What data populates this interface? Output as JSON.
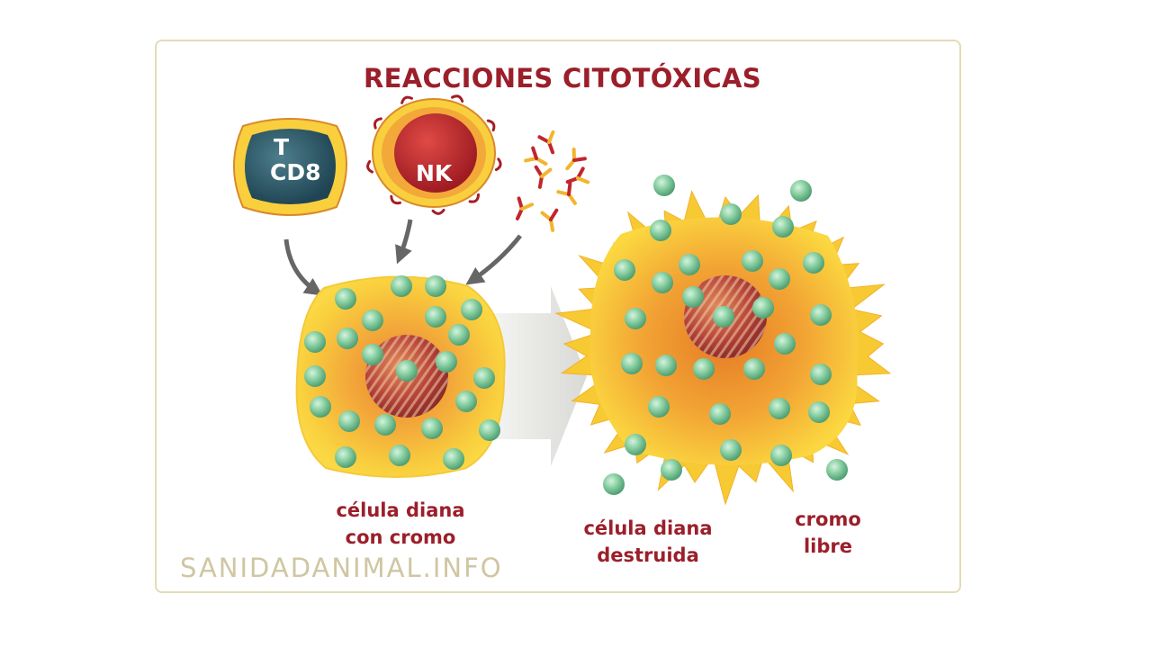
{
  "title": "REACCIONES CITOTÓXICAS",
  "cells": {
    "tcd8": {
      "line1": "T",
      "line2": "CD8"
    },
    "nk": {
      "label": "NK"
    }
  },
  "captions": {
    "target": [
      "célula diana",
      "con cromo"
    ],
    "destroyed": [
      "célula diana",
      "destruida"
    ],
    "chromium": [
      "cromo",
      "libre"
    ]
  },
  "watermark": "SANIDADANIMAL.INFO",
  "colors": {
    "title_red": "#9b1f2a",
    "cell_orange": "#f3a83a",
    "cell_yellow": "#f9d23c",
    "tcell_teal": "#2c5868",
    "nk_red": "#c0262c",
    "chromium_green": "#8ed2a6",
    "arrow_gray": "#666666"
  },
  "icons": [
    "t-cd8-cell-icon",
    "nk-cell-icon",
    "antibody-icon",
    "target-cell-icon",
    "destroyed-cell-icon",
    "chromium-sphere-icon"
  ]
}
